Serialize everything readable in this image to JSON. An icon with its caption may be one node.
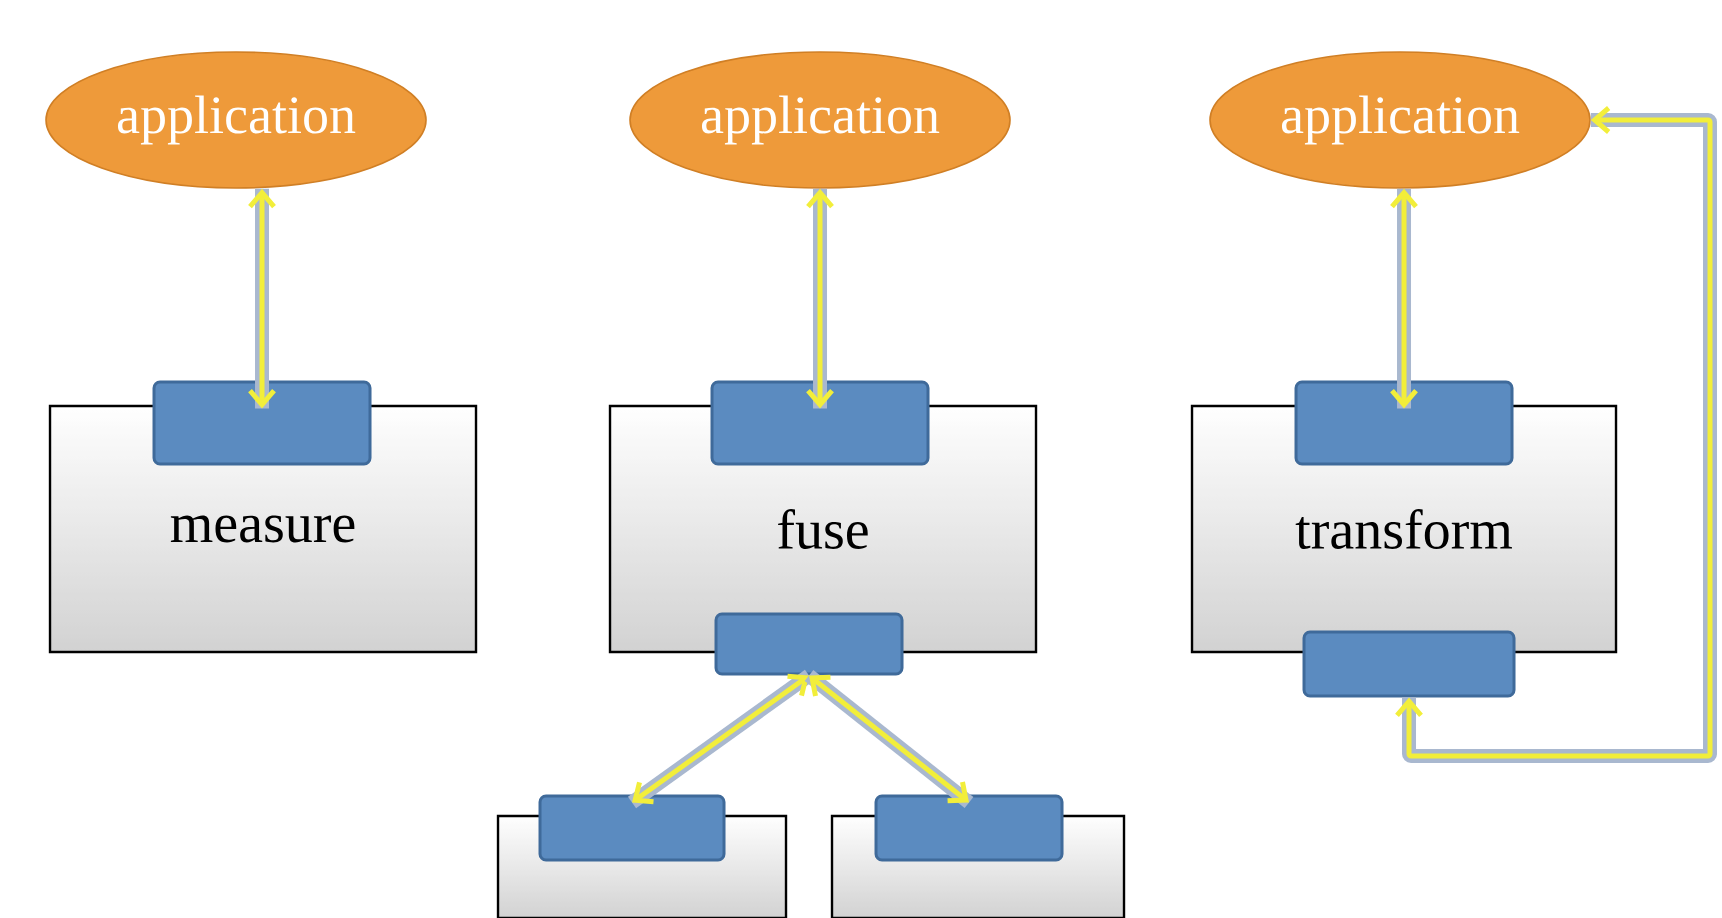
{
  "diagram": {
    "nodes": [
      {
        "text": [
          "application"
        ]
      },
      {
        "text": [
          "application"
        ]
      },
      {
        "text": [
          "application"
        ]
      },
      {
        "text": [
          "measure"
        ]
      },
      {
        "text": [],
        "shape": "box"
      },
      {
        "text": [
          "fuse"
        ]
      },
      {
        "text": [],
        "shape": "box"
      },
      {
        "text": [],
        "shape": "box"
      },
      {
        "text": [
          "transform"
        ]
      },
      {
        "text": [],
        "shape": "box"
      },
      {
        "text": [],
        "shape": "box"
      },
      {
        "text": [],
        "shape": "box"
      },
      {
        "text": [],
        "shape": "box"
      },
      {
        "text": [],
        "shape": "box"
      },
      {
        "text": [],
        "shape": "box"
      }
    ],
    "edges": [
      {
        "from": 0,
        "to": 4,
        "arrow": "both"
      },
      {
        "from": 1,
        "to": 6,
        "arrow": "both"
      },
      {
        "from": 2,
        "to": 9,
        "arrow": "both"
      },
      {
        "from": 7,
        "to": 12,
        "arrow": "both"
      },
      {
        "from": 7,
        "to": 14,
        "arrow": "both"
      },
      {
        "from": 10,
        "to": 2,
        "arrow": "both"
      }
    ]
  }
}
